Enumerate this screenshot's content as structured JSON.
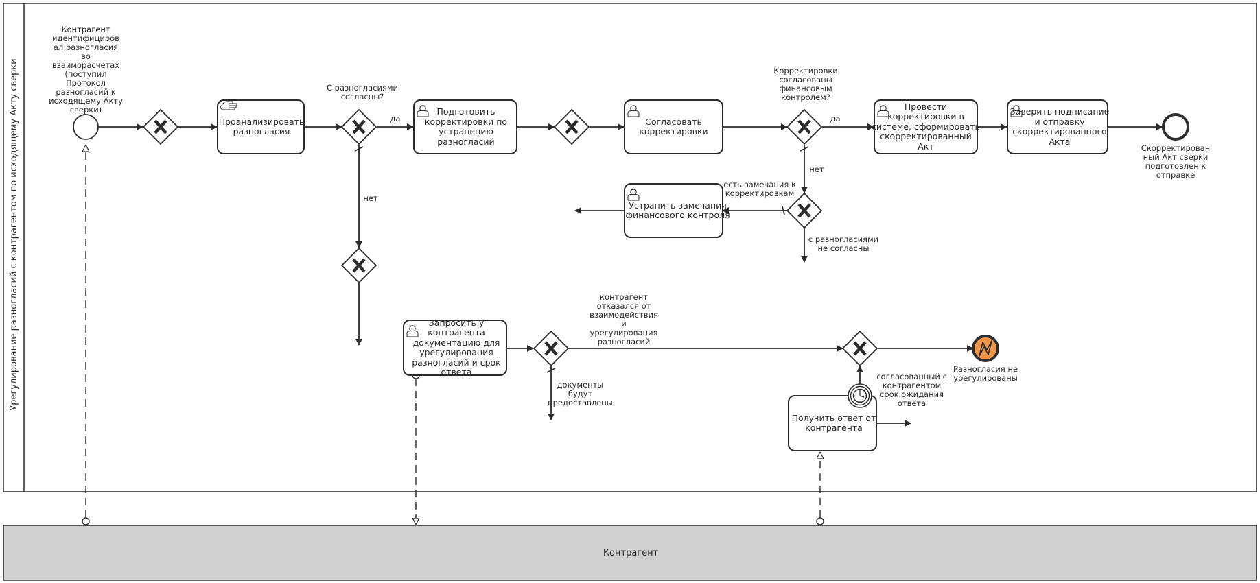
{
  "lane": {
    "title": "Урегулирование разногласий с контрагентом по исходящему Акту сверки"
  },
  "pool": {
    "title": "Контрагент"
  },
  "events": {
    "start": "Контрагент\nидентифициров\nал разногласия\nво\nвзаиморасчетах\n(поступил\nПротокол\nразногласий к\nисходящему Акту\nсверки)",
    "end_ok": "Скорректирован\nный Акт сверки\nподготовлен к\nотправке",
    "end_error": "Разногласия не\nурегулированы",
    "timer": "согласованный с\nконтрагентом\nсрок ожидания\nответа"
  },
  "tasks": {
    "analyze": "Проанализировать\nразногласия",
    "prepare": "Подготовить\nкорректировки по\nустранению\nразногласий",
    "approve": "Согласовать\nкорректировки",
    "fix": "Устранить замечания\nфинансового контроля",
    "apply": "Провести\nкорректировки в\nсистеме, сформировать\nскорректированный Акт",
    "sign": "Заверить подписание\nи отправку\nскорректированного\nАкта",
    "request": "Запросить у\nконтрагента\nдокументацию для\nурегулирования\nразногласий и срок\nответа",
    "receive": "Получить ответ от\nконтрагента"
  },
  "gateways": {
    "agree_q": "С разногласиями\nсогласны?",
    "fin_q": "Корректировки\nсогласованы\nфинансовым\nконтролем?"
  },
  "flows": {
    "yes1": "да",
    "no1": "нет",
    "yes2": "да",
    "no2": "нет",
    "remarks": "есть замечания к\nкорректировкам",
    "disagree": "с разногласиями\nне согласны",
    "refused": "контрагент\nотказался от\nвзаимодействия\nи\nурегулирования\nразногласий",
    "docs": "документы\nбудут\nпредоставлены"
  },
  "colors": {
    "line": "#2b2b2b",
    "pool_fill": "#d0d0d0",
    "error_fill": "#f0964a"
  }
}
